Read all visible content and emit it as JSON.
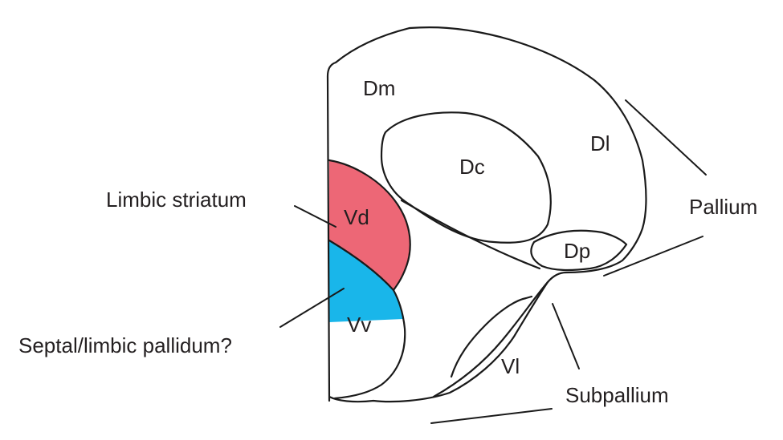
{
  "diagram": {
    "colors": {
      "vd_fill": "#ed6776",
      "vv_fill": "#19b6ea",
      "stroke": "#1a1a1a",
      "text": "#231f20"
    },
    "regions": {
      "dm": "Dm",
      "dc": "Dc",
      "dl": "Dl",
      "dp": "Dp",
      "vd": "Vd",
      "vv": "Vv",
      "vl": "Vl"
    },
    "callouts": {
      "limbic_striatum": "Limbic striatum",
      "septal_pallidum": "Septal/limbic pallidum?",
      "pallium": "Pallium",
      "subpallium": "Subpallium"
    }
  }
}
